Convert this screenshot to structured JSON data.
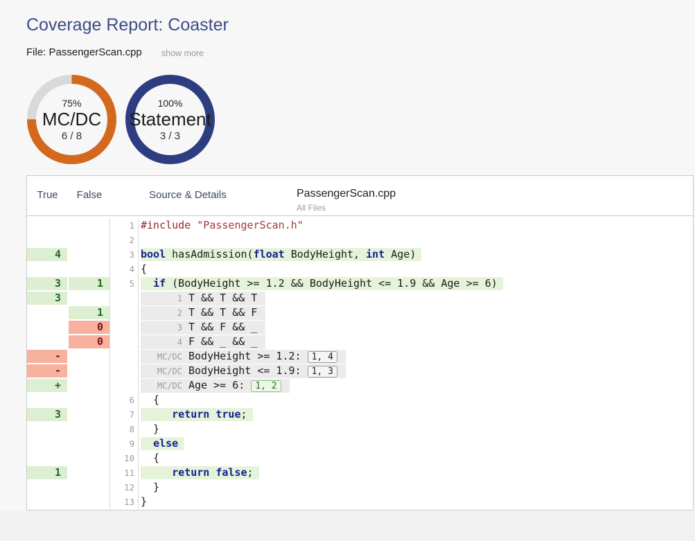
{
  "page": {
    "title": "Coverage Report: Coaster",
    "file_label": "File: PassengerScan.cpp",
    "show_more_label": "show more"
  },
  "donuts": [
    {
      "metric": "MC/DC",
      "percent": 75,
      "percent_label": "75%",
      "ratio": "6 / 8",
      "ring_color": "#d2691d",
      "track_color": "#d9d9d9"
    },
    {
      "metric": "Statement",
      "percent": 100,
      "percent_label": "100%",
      "ratio": "3 / 3",
      "ring_color": "#2e3d80",
      "track_color": "#d9d9d9"
    }
  ],
  "colors": {
    "covered_bg": "#ddefd3",
    "covered_text": "#1e691e",
    "uncovered_bg": "#f7b19e",
    "uncovered_text": "#7a1111",
    "keyword": "#14208e",
    "preprocessor": "#8e2a20",
    "string": "#a33a30",
    "accent_orange": "#d2691d",
    "accent_navy": "#2e3d80"
  },
  "table": {
    "headers": {
      "true_col": "True",
      "false_col": "False",
      "source_col": "Source & Details",
      "file_name": "PassengerScan.cpp",
      "file_scope": "All Files"
    },
    "rows": [
      {
        "n": "1",
        "code": {
          "seg": [
            [
              "pp",
              "#include "
            ],
            [
              "str",
              "\"PassengerScan.h\""
            ]
          ]
        }
      },
      {
        "n": "2",
        "code": {
          "seg": []
        }
      },
      {
        "n": "3",
        "t": [
          "4",
          "g"
        ],
        "code": {
          "bg": "g",
          "seg": [
            [
              "kw",
              "bool"
            ],
            [
              "pl",
              " hasAdmission("
            ],
            [
              "kw",
              "float"
            ],
            [
              "pl",
              " BodyHeight, "
            ],
            [
              "kw",
              "int"
            ],
            [
              "pl",
              " Age)"
            ]
          ]
        }
      },
      {
        "n": "4",
        "code": {
          "seg": [
            [
              "pl",
              "{"
            ]
          ]
        }
      },
      {
        "n": "5",
        "t": [
          "3",
          "g"
        ],
        "f": [
          "1",
          "g"
        ],
        "code": {
          "bg": "g",
          "seg": [
            [
              "pl",
              "  "
            ],
            [
              "kw",
              "if"
            ],
            [
              "pl",
              " (BodyHeight >= 1.2 && BodyHeight <= 1.9 && Age >= 6)"
            ]
          ]
        }
      },
      {
        "sub": "1",
        "t": [
          "3",
          "g"
        ],
        "content": [
          [
            "pl",
            "T && T && T"
          ]
        ]
      },
      {
        "sub": "2",
        "f": [
          "1",
          "g"
        ],
        "content": [
          [
            "pl",
            "T && T && F"
          ]
        ]
      },
      {
        "sub": "3",
        "f": [
          "0",
          "r"
        ],
        "content": [
          [
            "pl",
            "T && F && _"
          ]
        ]
      },
      {
        "sub": "4",
        "f": [
          "0",
          "r"
        ],
        "content": [
          [
            "pl",
            "F && _ && _"
          ]
        ]
      },
      {
        "sub": "MC/DC",
        "t": [
          "-",
          "r"
        ],
        "content": [
          [
            "pl",
            "BodyHeight >= 1.2: "
          ],
          [
            "bdg",
            "1, 4"
          ]
        ]
      },
      {
        "sub": "MC/DC",
        "t": [
          "-",
          "r"
        ],
        "content": [
          [
            "pl",
            "BodyHeight <= 1.9: "
          ],
          [
            "bdg",
            "1, 3"
          ]
        ]
      },
      {
        "sub": "MC/DC",
        "t": [
          "+",
          "g"
        ],
        "content": [
          [
            "pl",
            "Age >= 6: "
          ],
          [
            "bdgg",
            "1, 2"
          ]
        ]
      },
      {
        "n": "6",
        "code": {
          "seg": [
            [
              "pl",
              "  {"
            ]
          ]
        }
      },
      {
        "n": "7",
        "t": [
          "3",
          "g"
        ],
        "code": {
          "bg": "g",
          "seg": [
            [
              "pl",
              "     "
            ],
            [
              "kw",
              "return"
            ],
            [
              "pl",
              " "
            ],
            [
              "kw",
              "true"
            ],
            [
              "pl",
              ";"
            ]
          ]
        }
      },
      {
        "n": "8",
        "code": {
          "seg": [
            [
              "pl",
              "  }"
            ]
          ]
        }
      },
      {
        "n": "9",
        "code": {
          "bg": "g",
          "seg": [
            [
              "pl",
              "  "
            ],
            [
              "kw",
              "else"
            ]
          ]
        }
      },
      {
        "n": "10",
        "code": {
          "seg": [
            [
              "pl",
              "  {"
            ]
          ]
        }
      },
      {
        "n": "11",
        "t": [
          "1",
          "g"
        ],
        "code": {
          "bg": "g",
          "seg": [
            [
              "pl",
              "     "
            ],
            [
              "kw",
              "return"
            ],
            [
              "pl",
              " "
            ],
            [
              "kw",
              "false"
            ],
            [
              "pl",
              ";"
            ]
          ]
        }
      },
      {
        "n": "12",
        "code": {
          "seg": [
            [
              "pl",
              "  }"
            ]
          ]
        }
      },
      {
        "n": "13",
        "code": {
          "seg": [
            [
              "pl",
              "}"
            ]
          ]
        }
      }
    ]
  }
}
